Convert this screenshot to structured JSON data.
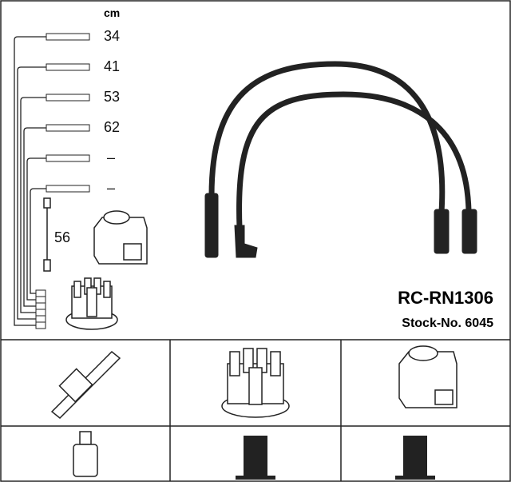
{
  "unit_label": "cm",
  "lengths": [
    "34",
    "41",
    "53",
    "62",
    "–",
    "–"
  ],
  "coil_lead_length": "56",
  "product_code": "RC-RN1306",
  "stock_number": "Stock-No. 6045",
  "icons": [
    "spark-plug-icon",
    "distributor-cap-icon",
    "ignition-coil-icon",
    "plug-connector-icon",
    "terminal-icon"
  ]
}
